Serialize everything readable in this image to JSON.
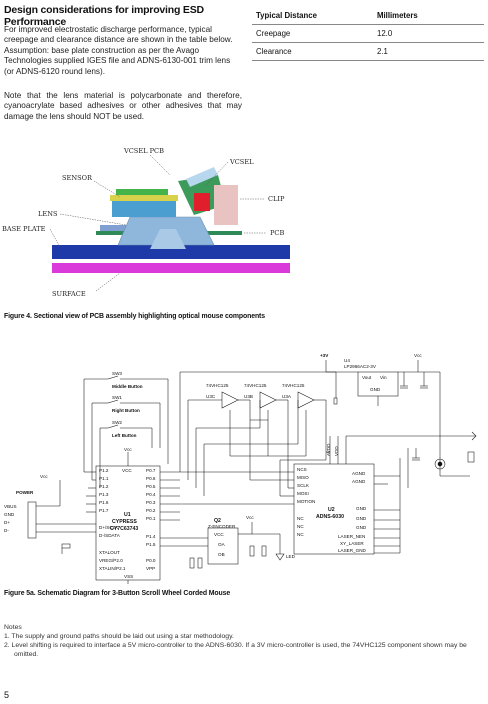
{
  "section_title": "Design considerations for improving ESD Performance",
  "intro_paragraph": "For improved electrostatic discharge performance, typical creepage and clearance distance are shown in the table below. Assumption: base plate construction as per the Avago Technologies supplied IGES file and ADNS-6130-001 trim lens (or ADNS-6120 round lens).",
  "note_paragraph": "Note that the lens material is polycarbonate and therefore, cyanoacrylate based adhesives or other adhesives that may damage the lens should NOT be used.",
  "table": {
    "headers": [
      "Typical Distance",
      "Millimeters"
    ],
    "rows": [
      [
        "Creepage",
        "12.0"
      ],
      [
        "Clearance",
        "2.1"
      ]
    ]
  },
  "figure4": {
    "labels": {
      "vcsel_pcb": "VCSEL PCB",
      "vcsel": "VCSEL",
      "sensor": "SENSOR",
      "clip": "CLIP",
      "lens": "LENS",
      "base_plate": "BASE PLATE",
      "pcb": "PCB",
      "surface": "SURFACE"
    },
    "caption": "Figure 4. Sectional view of PCB assembly highlighting optical mouse components"
  },
  "figure5a": {
    "caption": "Figure 5a. Schematic Diagram for 3-Button Scroll Wheel Corded Mouse",
    "buttons": [
      {
        "sw": "SW3",
        "label": "Middle Button"
      },
      {
        "sw": "SW1",
        "label": "Right Button"
      },
      {
        "sw": "SW2",
        "label": "Left Button"
      }
    ],
    "u1": {
      "ref": "U1",
      "name": "CYPRESS",
      "part": "CY7C63743",
      "left_pins": [
        "P1.2",
        "P1.1",
        "P1.2",
        "P1.3",
        "P1.6",
        "P1.7",
        "D+/SCLK",
        "D-/SDATA",
        "XTALOUT",
        "VREG/P2.0",
        "XTALIN/P2.1"
      ],
      "right_pins": [
        "P0.7",
        "P0.6",
        "P0.5",
        "P0.4",
        "P0.3",
        "P0.2",
        "P0.1",
        "P1.4",
        "P1.5",
        "P0.0",
        "VPP"
      ],
      "vcc": "VCC",
      "vss": "VSS"
    },
    "u2": {
      "ref": "U2",
      "part": "ADNS-6030",
      "left_pins": [
        "NCS",
        "MISO",
        "SCLK",
        "MOSI",
        "MOTION",
        "NC",
        "NC",
        "NC"
      ],
      "right_pins": [
        "AGND",
        "AGND",
        "GND",
        "GND",
        "GND",
        "LASER_NEN",
        "XY_LASER",
        "LASER_GND"
      ]
    },
    "u3": {
      "ref": "U3",
      "part": "74VHC125",
      "gates": [
        "U3C",
        "U3B",
        "U3A"
      ]
    },
    "u4": {
      "ref": "U4",
      "part": "LP2966AC2-3V",
      "pins": [
        "Vout",
        "Vin",
        "GND"
      ]
    },
    "q2": {
      "ref": "Q2",
      "part": "Z-ENCODER",
      "pins": [
        "VCC",
        "OA",
        "OB"
      ]
    },
    "connector": {
      "power": "POWER",
      "pins": [
        "VBUS",
        "GND",
        "D+",
        "D-"
      ]
    },
    "misc": {
      "vcc": "Vcc",
      "plus3v": "+3V",
      "vreg": "VREG",
      "avdd": "AVDD",
      "vdd": "VDD",
      "led": "LED",
      "ground": "GND"
    }
  },
  "notes": {
    "title": "Notes",
    "items": [
      "1.  The supply and ground paths should be laid out using a star methodology.",
      "2.  Level shifting is required to interface a 5V micro-controller to the ADNS-6030. If a 3V micro-controller is used, the 74VHC125 component shown may be omitted."
    ]
  },
  "page_number": "5"
}
